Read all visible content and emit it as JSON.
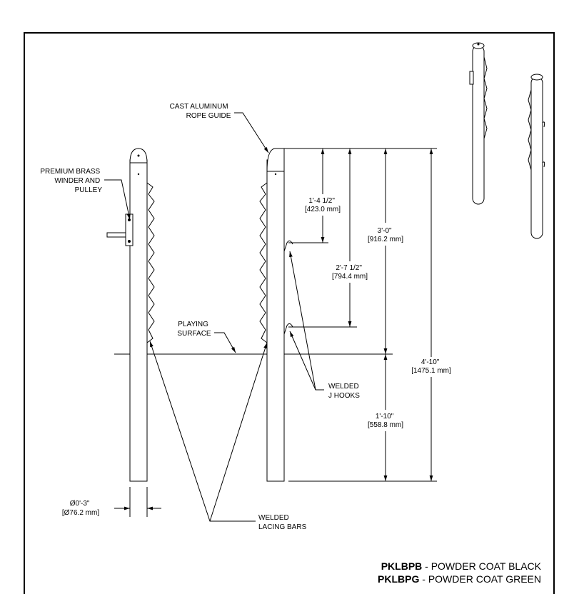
{
  "labels": {
    "winder": [
      "PREMIUM BRASS",
      "WINDER AND",
      "PULLEY"
    ],
    "rope_guide": [
      "CAST ALUMINUM",
      "ROPE GUIDE"
    ],
    "playing_surface": [
      "PLAYING",
      "SURFACE"
    ],
    "welded_hooks": [
      "WELDED",
      "J HOOKS"
    ],
    "lacing_bars": [
      "WELDED",
      "LACING BARS"
    ]
  },
  "dimensions": {
    "hook_upper": [
      "1'-4 1/2\"",
      "[423.0 mm]"
    ],
    "hook_lower": [
      "2'-7 1/2\"",
      "[794.4 mm]"
    ],
    "above_surface": [
      "3'-0\"",
      "[916.2 mm]"
    ],
    "total": [
      "4'-10\"",
      "[1475.1 mm]"
    ],
    "below_surface": [
      "1'-10\"",
      "[558.8 mm]"
    ],
    "diameter": [
      "Ø0'-3\"",
      "[Ø76.2 mm]"
    ]
  },
  "legend": [
    {
      "code": "PKLBPB",
      "desc": " - POWDER COAT BLACK"
    },
    {
      "code": "PKLBPG",
      "desc": " - POWDER COAT GREEN"
    }
  ]
}
